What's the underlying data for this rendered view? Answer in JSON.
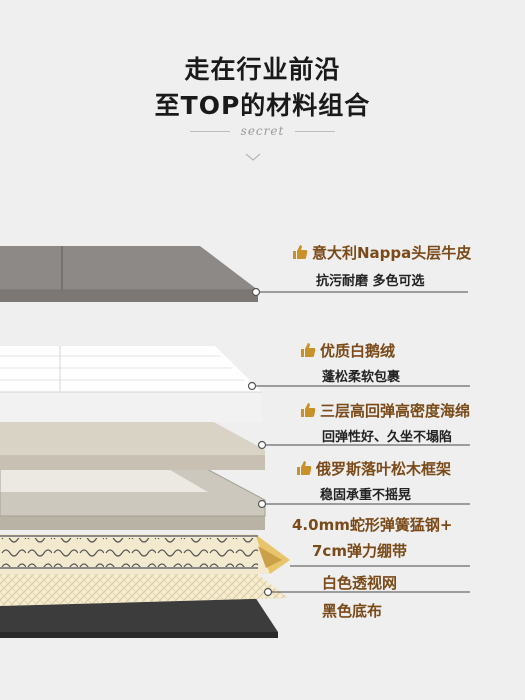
{
  "header": {
    "title_line1": "走在行业前沿",
    "title_line2": "至TOP的材料组合",
    "script_word": "secret"
  },
  "layers": [
    {
      "id": "leather",
      "label": "意大利Nappa头层牛皮",
      "sub": "抗污耐磨 多色可选",
      "has_thumb": true
    },
    {
      "id": "down",
      "label": "优质白鹅绒",
      "sub": "蓬松柔软包裹",
      "has_thumb": true
    },
    {
      "id": "foam",
      "label": "三层高回弹高密度海绵",
      "sub": "回弹性好、久坐不塌陷",
      "has_thumb": true
    },
    {
      "id": "frame",
      "label": "俄罗斯落叶松木框架",
      "sub": "稳固承重不摇晃",
      "has_thumb": true
    },
    {
      "id": "spring",
      "label_line1": "4.0mm蛇形弹簧猛钢+",
      "label_line2": "7cm弹力绷带"
    },
    {
      "id": "mesh",
      "label": "白色透视网"
    },
    {
      "id": "base",
      "label": "黑色底布"
    }
  ],
  "icons": {
    "thumb": "thumbs-up-icon",
    "arrow": "chevron-down-icon"
  },
  "colors": {
    "label": "#7a4a18",
    "accent": "#c8922a"
  }
}
